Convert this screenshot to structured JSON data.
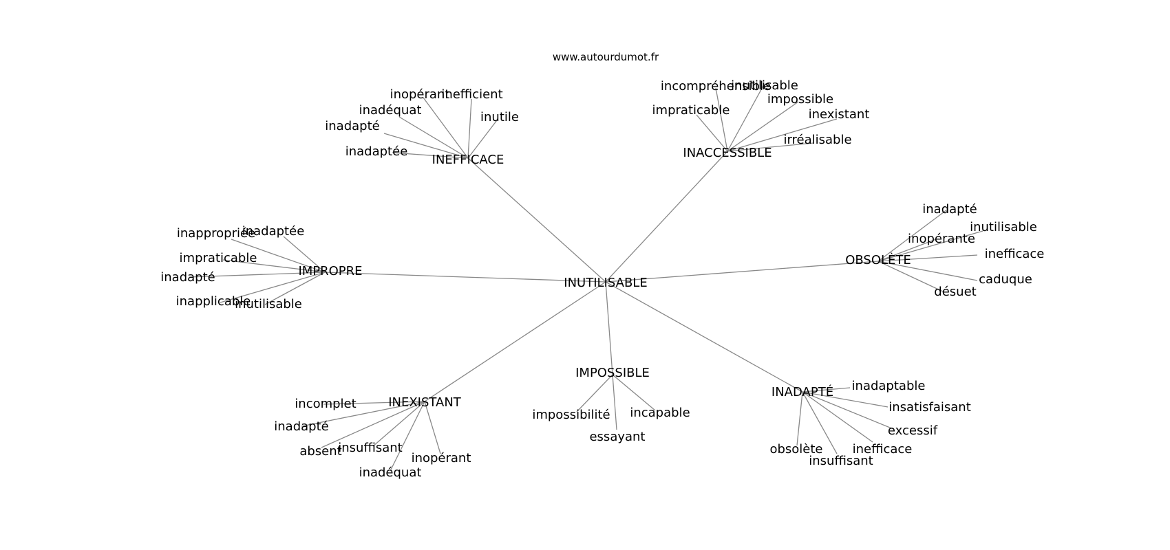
{
  "watermark": "www.autourdumot.fr",
  "center": "INUTILISABLE",
  "hubs": [
    {
      "label": "INEFFICACE",
      "words": [
        "inopérant",
        "inefficient",
        "inutile",
        "inadéquat",
        "inadapté",
        "inadaptée"
      ]
    },
    {
      "label": "INACCESSIBLE",
      "words": [
        "incompréhensible",
        "inutilisable",
        "impossible",
        "impraticable",
        "inexistant",
        "irréalisable"
      ]
    },
    {
      "label": "IMPROPRE",
      "words": [
        "inappropriée",
        "inadaptée",
        "impraticable",
        "inadapté",
        "inapplicable",
        "inutilisable"
      ]
    },
    {
      "label": "OBSOLÈTE",
      "words": [
        "inadapté",
        "inutilisable",
        "inopérante",
        "inefficace",
        "caduque",
        "désuet"
      ]
    },
    {
      "label": "INEXISTANT",
      "words": [
        "incomplet",
        "inadapté",
        "absent",
        "insuffisant",
        "inopérant",
        "inadéquat"
      ]
    },
    {
      "label": "IMPOSSIBLE",
      "words": [
        "impossibilité",
        "incapable",
        "essayant"
      ]
    },
    {
      "label": "INADAPTÉ",
      "words": [
        "inadaptable",
        "insatisfaisant",
        "excessif",
        "inefficace",
        "obsolète",
        "insuffisant"
      ]
    }
  ]
}
